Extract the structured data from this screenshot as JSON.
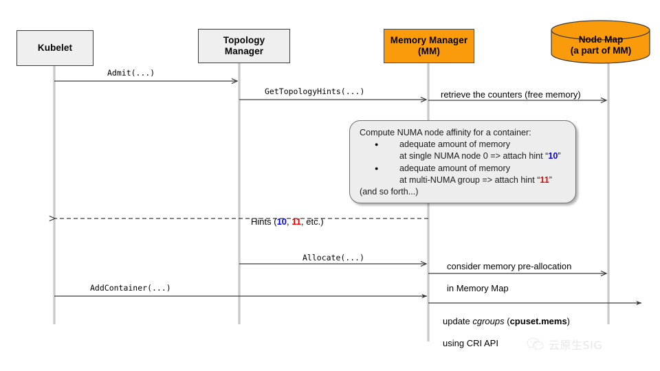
{
  "diagram": {
    "title": "Kubernetes Memory Manager sequence diagram",
    "colors": {
      "participant_grey": "#efefef",
      "participant_orange": "#FA9B0C",
      "note_fill": "#ededed",
      "line": "#4d4d4d",
      "lifeline": "#c9c9c9",
      "hint_single_numa": "#0000EE",
      "hint_multi_numa": "#EE0000"
    },
    "participants": [
      {
        "id": "kubelet",
        "label": "Kubelet",
        "shape": "box",
        "fill": "grey"
      },
      {
        "id": "topology",
        "label": "Topology\nManager",
        "shape": "box",
        "fill": "grey"
      },
      {
        "id": "memory_manager",
        "label": "Memory Manager\n(MM)",
        "shape": "box",
        "fill": "orange"
      },
      {
        "id": "node_map",
        "label": "Node Map\n(a part of MM)",
        "shape": "cylinder",
        "fill": "orange"
      }
    ],
    "participant_labels": {
      "kubelet": "Kubelet",
      "topology_line1": "Topology",
      "topology_line2": "Manager",
      "memory_line1": "Memory Manager",
      "memory_line2": "(MM)",
      "nodemap_line1": "Node Map",
      "nodemap_line2": "(a part of MM)"
    },
    "messages": [
      {
        "id": "admit",
        "label": "Admit(...)",
        "from": "kubelet",
        "to": "topology",
        "style": "solid",
        "font": "mono"
      },
      {
        "id": "gethints",
        "label": "GetTopologyHints(...)",
        "from": "topology",
        "to": "memory_manager",
        "style": "solid",
        "font": "mono"
      },
      {
        "id": "retrieve",
        "label": "retrieve the counters (free memory)",
        "from": "memory_manager",
        "to": "node_map",
        "style": "solid",
        "font": "sans"
      },
      {
        "id": "hints",
        "label": "Hints (10, 11, etc.)",
        "from": "memory_manager",
        "to": "topology",
        "style": "dashed",
        "font": "sans"
      },
      {
        "id": "allocate",
        "label": "Allocate(...)",
        "from": "topology",
        "to": "memory_manager",
        "style": "solid",
        "font": "mono"
      },
      {
        "id": "consider",
        "label": "consider memory pre-allocation\nin Memory Map",
        "from": "memory_manager",
        "to": "node_map",
        "style": "solid",
        "font": "sans"
      },
      {
        "id": "addcontainer",
        "label": "AddContainer(...)",
        "from": "kubelet",
        "to": "memory_manager",
        "style": "solid",
        "font": "mono"
      },
      {
        "id": "update_cgroups",
        "label": "update cgroups (cpuset.mems)\nusing CRI API",
        "from": "memory_manager",
        "to": "right_edge",
        "style": "solid",
        "font": "sans"
      }
    ],
    "message_labels": {
      "admit": "Admit(...)",
      "gethints": "GetTopologyHints(...)",
      "retrieve": "retrieve the counters (free memory)",
      "hints_prefix": "Hints (",
      "hints_single": "10",
      "hints_sep": ", ",
      "hints_multi": "11",
      "hints_suffix": ", etc.)",
      "allocate": "Allocate(...)",
      "consider_line1": "consider memory pre-allocation",
      "consider_line2": "in Memory Map",
      "addcontainer": "AddContainer(...)",
      "cgroups_pre": "update ",
      "cgroups_italic": "cgroups",
      "cgroups_mid": " (",
      "cgroups_bold": "cpuset.mems",
      "cgroups_post": ")",
      "cgroups_line2": "using CRI API"
    },
    "note": {
      "heading": "Compute NUMA node affinity for a container:",
      "bullets": [
        {
          "line1": "adequate amount of memory",
          "line2_pre": "at single NUMA node 0 => attach hint “",
          "hint": "10",
          "line2_post": "”"
        },
        {
          "line1": "adequate amount of memory",
          "line2_pre": "at multi-NUMA group => attach hint “",
          "hint": "11",
          "line2_post": "”"
        }
      ],
      "tail": "(and so forth...)"
    },
    "watermark": {
      "icon": "wechat-icon",
      "text": "云原生SIG"
    }
  }
}
